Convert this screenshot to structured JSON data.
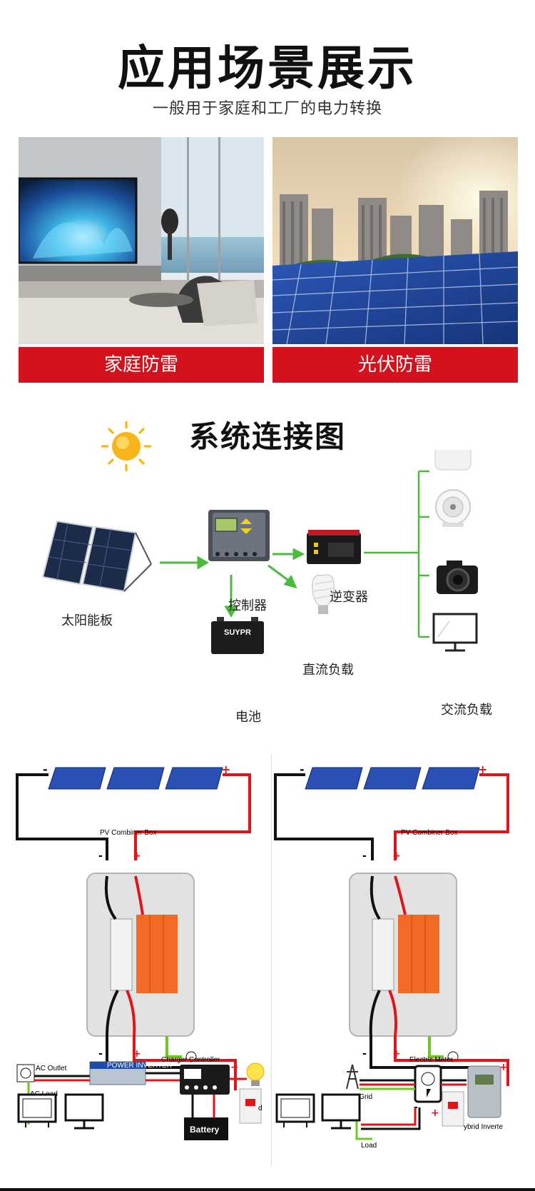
{
  "header": {
    "title": "应用场景展示",
    "subtitle": "一般用于家庭和工厂的电力转换"
  },
  "scenes": [
    {
      "label": "家庭防雷"
    },
    {
      "label": "光伏防雷"
    }
  ],
  "system": {
    "title": "系统连接图",
    "labels": {
      "solar_panel": "太阳能板",
      "controller": "控制器",
      "inverter": "逆变器",
      "dc_load": "直流负载",
      "battery": "电池",
      "ac_load": "交流负载"
    },
    "battery_brand": "SUYPR"
  },
  "wiring_left": {
    "combiner": "PV Combiner Box",
    "ac_outlet": "AC Outlet",
    "ac_load": "AC Load",
    "power_inverter": "POWER INVERTER",
    "charger_controller": "Charger Controller",
    "battery": "Battery",
    "load_suffix": "d"
  },
  "wiring_right": {
    "combiner": "PV Combiner Box",
    "electric_meter": "Electric Meter",
    "utility_grid": "Utility Grid",
    "load": "Load",
    "hybrid_inverter": "ybrid Inverte"
  },
  "colors": {
    "accent": "#d4121e",
    "arrow": "#4cba3d",
    "wire_red": "#e1141a",
    "wire_black": "#111111"
  }
}
